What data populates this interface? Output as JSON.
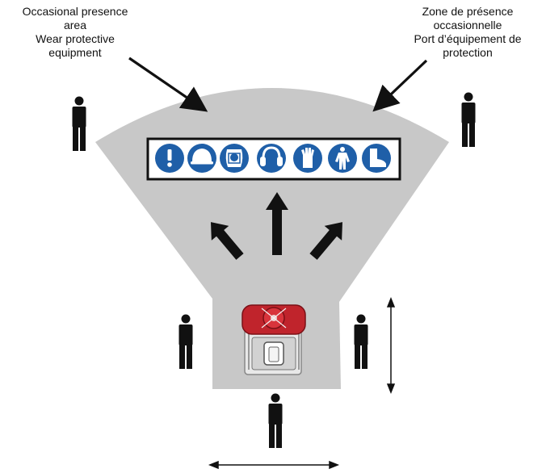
{
  "labels": {
    "english": [
      "Occasional presence",
      "area",
      "Wear protective",
      "equipment"
    ],
    "french": [
      "Zone de présence",
      "occasionnelle",
      "Port d’équipement de",
      "protection"
    ]
  },
  "ppe_icons": [
    "mandatory-general-icon",
    "helmet-icon",
    "face-shield-icon",
    "ear-protection-icon",
    "gloves-icon",
    "protective-clothing-icon",
    "safety-boots-icon"
  ],
  "colors": {
    "zone": "#c8c8c8",
    "ppe_blue": "#1f5fa8",
    "machine_red": "#c0242c",
    "person": "#111111"
  }
}
